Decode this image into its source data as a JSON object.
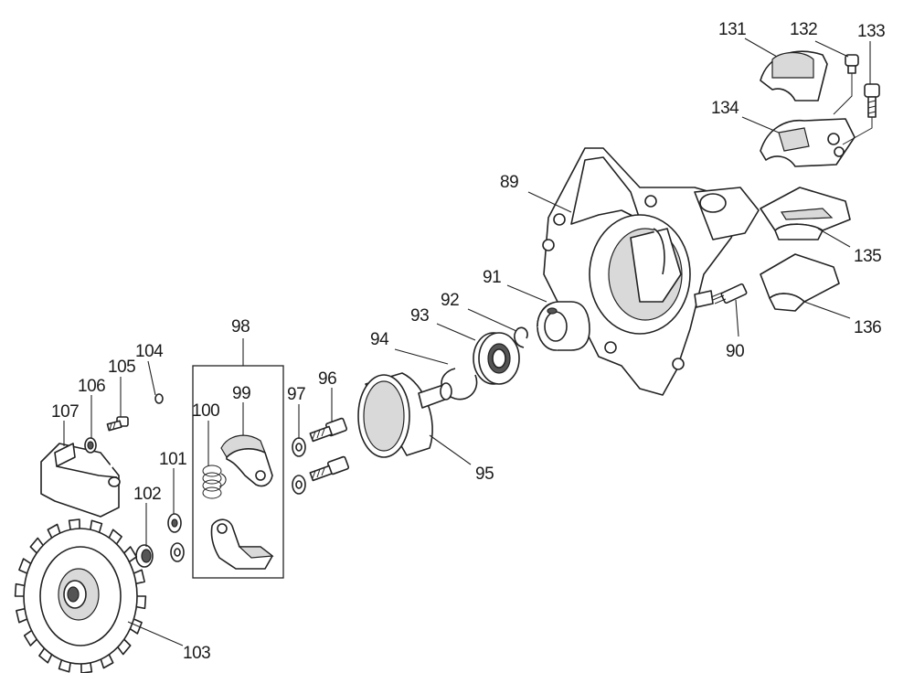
{
  "callouts": {
    "p89": "89",
    "p90": "90",
    "p91": "91",
    "p92": "92",
    "p93": "93",
    "p94": "94",
    "p95": "95",
    "p96": "96",
    "p97": "97",
    "p98": "98",
    "p99": "99",
    "p100": "100",
    "p101": "101",
    "p102": "102",
    "p103": "103",
    "p104": "104",
    "p105": "105",
    "p106": "106",
    "p107": "107",
    "p131": "131",
    "p132": "132",
    "p133": "133",
    "p134": "134",
    "p135": "135",
    "p136": "136"
  }
}
